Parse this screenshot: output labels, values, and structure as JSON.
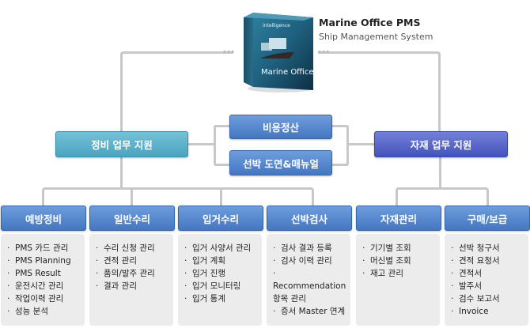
{
  "header": {
    "product_box_text": "Marine Office",
    "product_box_tagline": "intelligence",
    "title": "Marine Office PMS",
    "subtitle": "Ship Management System"
  },
  "groups": {
    "maintenance": "정비 업무 지원",
    "material": "자재 업무 지원"
  },
  "center": {
    "cost": "비용정산",
    "drawing": "선박 도면&매뉴얼"
  },
  "categories": [
    {
      "label": "예방정비",
      "items": [
        "PMS 카드 관리",
        "PMS Planning",
        "PMS Result",
        "운전시간 관리",
        "작업이력 관리",
        "성능 분석"
      ]
    },
    {
      "label": "일반수리",
      "items": [
        "수리 신청 관리",
        "견적 관리",
        "품의/발주 관리",
        "결과 관리"
      ]
    },
    {
      "label": "입거수리",
      "items": [
        "입거 사양서 관리",
        "입거 계획",
        "입거 진행",
        "입거 모니터링",
        "입거 통계"
      ]
    },
    {
      "label": "선박검사",
      "items": [
        "검사 결과 등록",
        "검사 이력 관리",
        "Recommendation 항목 관리",
        "증서 Master 연계"
      ]
    },
    {
      "label": "자재관리",
      "items": [
        "기기별 조회",
        "머신별 조회",
        "재고 관리"
      ]
    },
    {
      "label": "구매/보급",
      "items": [
        "선박 청구서",
        "견적 요청서",
        "견적서",
        "발주서",
        "검수 보고서",
        "Invoice"
      ]
    }
  ],
  "colors": {
    "teal": "#4aa4c0",
    "indigo": "#4254bd",
    "blue": "#4477c2",
    "connector": "#c8c8c8",
    "panel": "#ececec"
  }
}
